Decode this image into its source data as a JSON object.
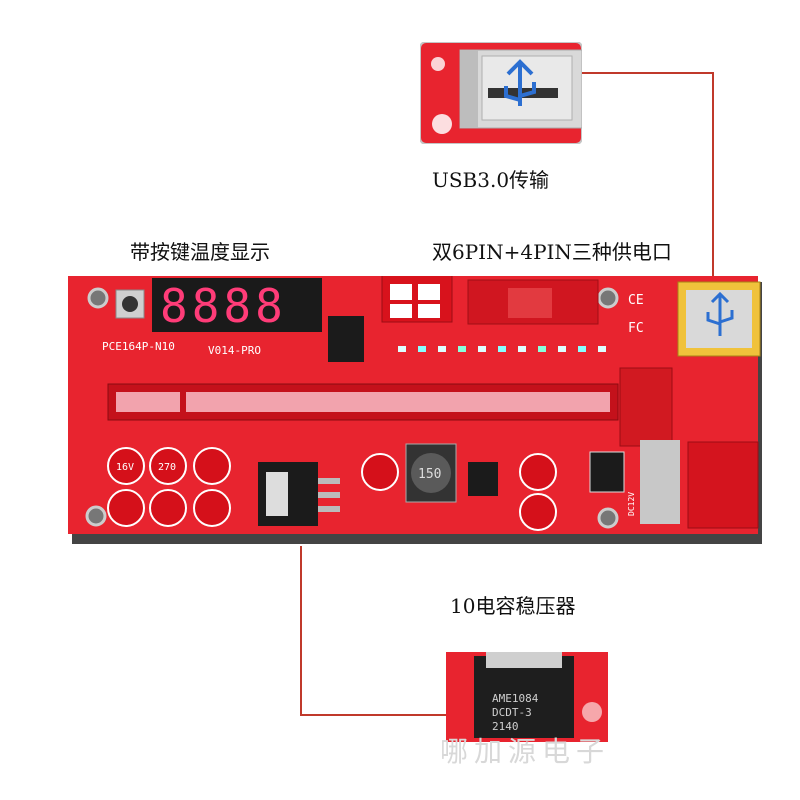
{
  "captions": {
    "usb": "USB3.0传输",
    "display": "带按键温度显示",
    "power": "双6PIN+4PIN三种供电口",
    "capacitor": "10电容稳压器"
  },
  "board": {
    "model_label": "PCE164P-N10",
    "version_label": "V014-PRO",
    "display_digits": "8888",
    "inductor_label": "150",
    "dc_label": "DC12V",
    "cap_marks": [
      "270",
      "16V"
    ]
  },
  "chip": {
    "lines": [
      "AME1084",
      "DCDT-3",
      "2140"
    ]
  },
  "watermark": "哪加源电子",
  "colors": {
    "pcb_red": "#e8242f",
    "pcb_dark": "#b3141d",
    "connector_line": "#c0392b",
    "slot_pink": "#f2a3ad"
  }
}
